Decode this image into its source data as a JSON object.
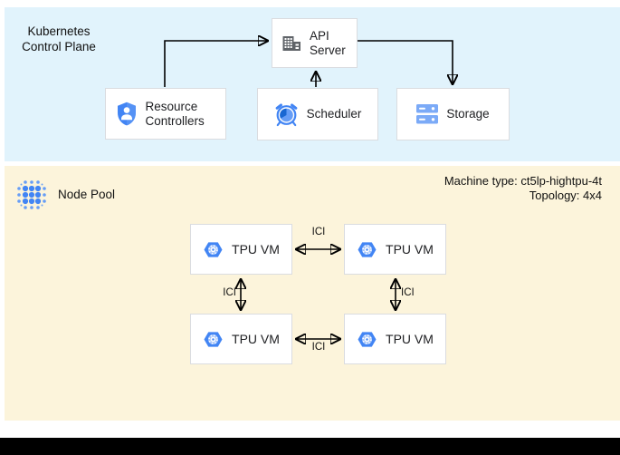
{
  "colors": {
    "control_plane_bg": "#E1F3FC",
    "node_pool_bg": "#FCF4DB",
    "box_bg": "#FFFFFF",
    "box_border": "#DADCE0",
    "arrow": "#000000",
    "icon_blue": "#4285F4",
    "icon_light_blue": "#669DF6",
    "icon_gray": "#5F6368",
    "text": "#202124"
  },
  "control_plane": {
    "title_line1": "Kubernetes",
    "title_line2": "Control Plane",
    "api_server": {
      "label": "API Server",
      "icon": "building-icon"
    },
    "resource_controllers": {
      "label": "Resource Controllers",
      "icon": "shield-user-icon"
    },
    "scheduler": {
      "label": "Scheduler",
      "icon": "alarm-clock-icon"
    },
    "storage": {
      "label": "Storage",
      "icon": "server-stack-icon"
    }
  },
  "node_pool": {
    "title": "Node Pool",
    "icon": "dot-cluster-icon",
    "machine_type": "Machine type: ct5lp-hightpu-4t",
    "topology": "Topology: 4x4",
    "tpu_vms": [
      {
        "label": "TPU VM"
      },
      {
        "label": "TPU VM"
      },
      {
        "label": "TPU VM"
      },
      {
        "label": "TPU VM"
      }
    ],
    "links": [
      {
        "label": "ICI",
        "position": "top"
      },
      {
        "label": "ICI",
        "position": "left"
      },
      {
        "label": "ICI",
        "position": "right"
      },
      {
        "label": "ICI",
        "position": "bottom"
      }
    ]
  }
}
